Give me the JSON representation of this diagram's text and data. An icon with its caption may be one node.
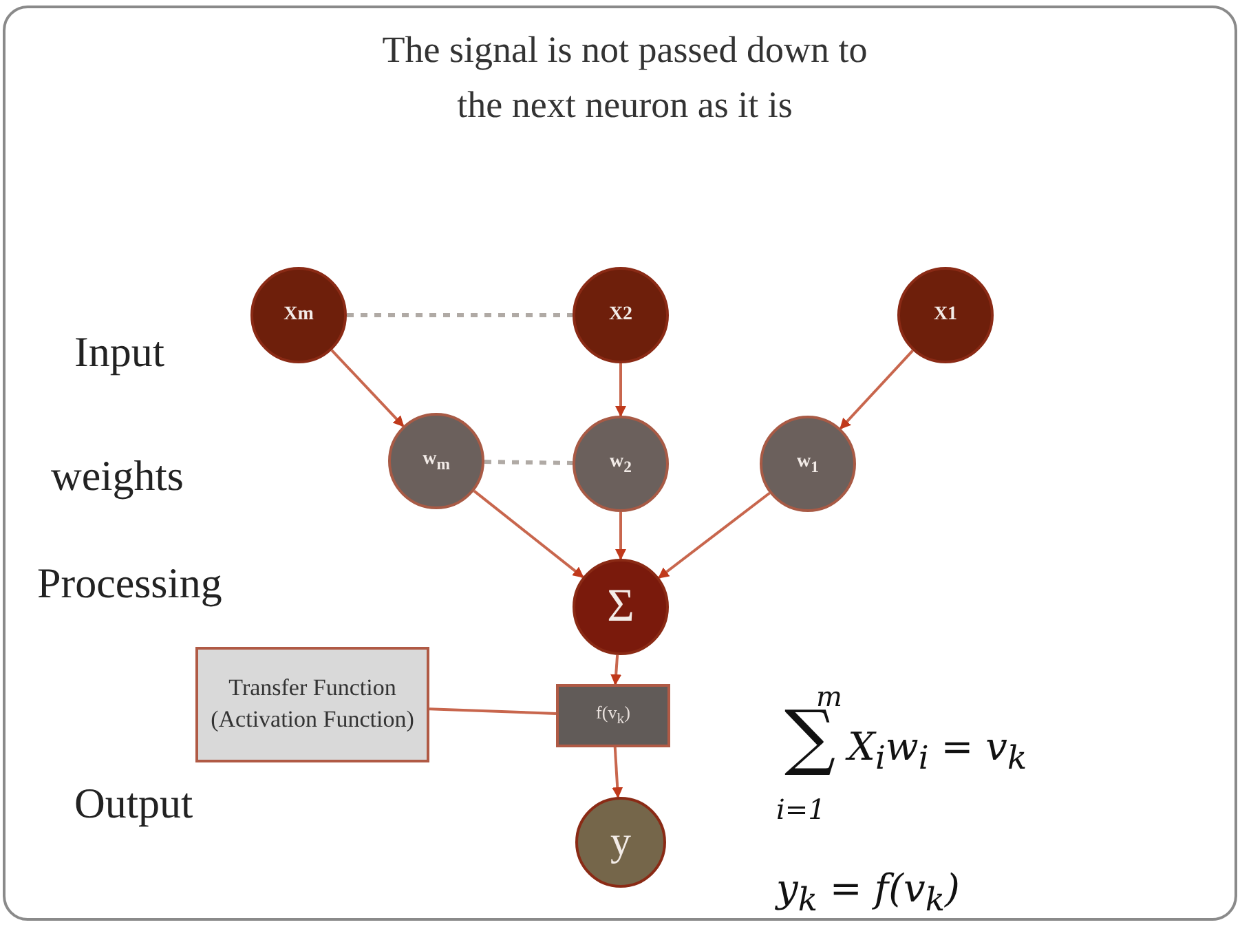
{
  "diagram": {
    "title": "The signal is not passed down to the next neuron as it is",
    "nodes": [
      {
        "text": [
          "Xm"
        ]
      },
      {
        "text": [
          "X2"
        ]
      },
      {
        "text": [
          "X1"
        ]
      },
      {
        "text": [
          "w$_{m}$"
        ]
      },
      {
        "text": [
          "w$_{2}$"
        ]
      },
      {
        "text": [
          "w$_{1}$"
        ]
      },
      {
        "text": [
          "Σ"
        ]
      },
      {
        "text": [
          "Transfer Function (Activation Function)"
        ]
      },
      {
        "text": [
          "f(v$_{k}$)"
        ]
      },
      {
        "text": [
          "y"
        ]
      }
    ],
    "edges": [
      {
        "from": 0,
        "to": 1,
        "arrow": "none",
        "style": "dashed",
        "color": "#b0aaa5"
      },
      {
        "from": 0,
        "to": 3,
        "arrow": "to"
      },
      {
        "from": 1,
        "to": 4,
        "arrow": "to"
      },
      {
        "from": 2,
        "to": 5,
        "arrow": "to"
      },
      {
        "from": 3,
        "to": 4,
        "arrow": "none",
        "style": "dashed",
        "color": "#b0aaa5"
      },
      {
        "from": 3,
        "to": 6,
        "arrow": "to"
      },
      {
        "from": 4,
        "to": 6,
        "arrow": "to"
      },
      {
        "from": 5,
        "to": 6,
        "arrow": "to"
      },
      {
        "from": 6,
        "to": 8,
        "arrow": "to"
      },
      {
        "from": 7,
        "to": 8,
        "arrow": "none"
      },
      {
        "from": 8,
        "to": 9,
        "arrow": "to"
      }
    ],
    "labels": [
      "Input",
      "weights",
      "Processing",
      "Output",
      "m",
      "∑",
      "X$_{i}$w$_{i}$ = v$_{k}$",
      "i=1",
      "y$_{k}$ = f(v$_{k}$)"
    ]
  }
}
